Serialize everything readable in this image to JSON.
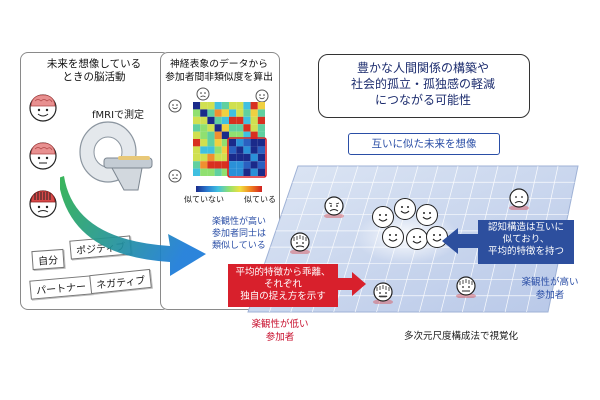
{
  "left_panel": {
    "title": "未来を想像している\nときの脳活動",
    "fmri_label": "fMRIで測定",
    "words": [
      "自分",
      "ポジティブ",
      "パートナー",
      "ネガティブ"
    ]
  },
  "matrix_panel": {
    "title": "神経表象のデータから\n参加者間非類似度を算出",
    "colorbar_low": "似ていない",
    "colorbar_high": "似ている",
    "note": "楽観性が高い\n参加者同士は\n類似している"
  },
  "headline": "豊かな人間関係の構築や\n社会的孤立・孤独感の軽減\nにつながる可能性",
  "cluster_label": "互いに似た未来を想像",
  "cognitive_box": "認知構造は互いに\n似ており、\n平均的特徴を持つ",
  "deviant_box": "平均的特徴から乖離、\nそれぞれ\n独自の捉え方を示す",
  "high_label": "楽観性が高い\n参加者",
  "low_label": "楽観性が低い\n参加者",
  "method_label": "多次元尺度構成法で視覚化",
  "colors": {
    "blue_box": "#2d4f9e",
    "red_box": "#d8202c",
    "blue_text": "#2a4ea6",
    "red_text": "#c8102e"
  }
}
